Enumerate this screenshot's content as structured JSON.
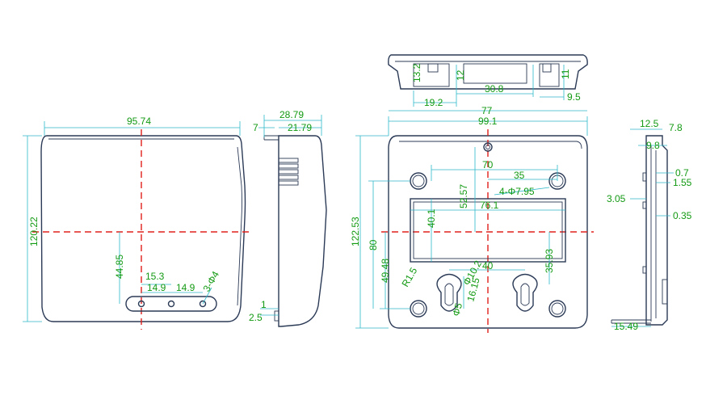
{
  "front_view": {
    "width": "95.74",
    "height": "120.22",
    "button_offset": "44.85",
    "button_span": "15.3",
    "button_pitch_1": "14.9",
    "button_pitch_2": "14.9",
    "button_hole": "3-Φ4"
  },
  "side_view": {
    "offset_7": "7",
    "depth_total": "28.79",
    "depth_body": "21.79",
    "foot_1": "1",
    "foot_2": "2.5"
  },
  "top_view": {
    "slot_height_1": "13.2",
    "slot_height_2": "12",
    "slot_height_3": "11",
    "slot_offset": "19.2",
    "slot_width": "30.8",
    "slot_edge": "9.5",
    "overall_77": "77"
  },
  "rear_view": {
    "width": "99.1",
    "height": "122.53",
    "height_80": "80",
    "height_49": "49.48",
    "hole_pitch_x": "70",
    "hole_half": "35",
    "window_top": "52.57",
    "holes_label": "4-Φ7.95",
    "window_width": "76.1",
    "window_height": "40.1",
    "radius": "R1.5",
    "keyhole_dia": "Φ10.2",
    "keyhole_pitch": "40",
    "keyhole_height": "35.93",
    "keyhole_len": "16.15",
    "keyhole_slot": "Φ5"
  },
  "section_view": {
    "dim_12_5": "12.5",
    "dim_7_8": "7.8",
    "dim_9_8": "9.8",
    "dim_0_7": "0.7",
    "dim_1_55": "1.55",
    "dim_3_05": "3.05",
    "dim_0_35": "0.35",
    "dim_15_49": "15.49"
  }
}
